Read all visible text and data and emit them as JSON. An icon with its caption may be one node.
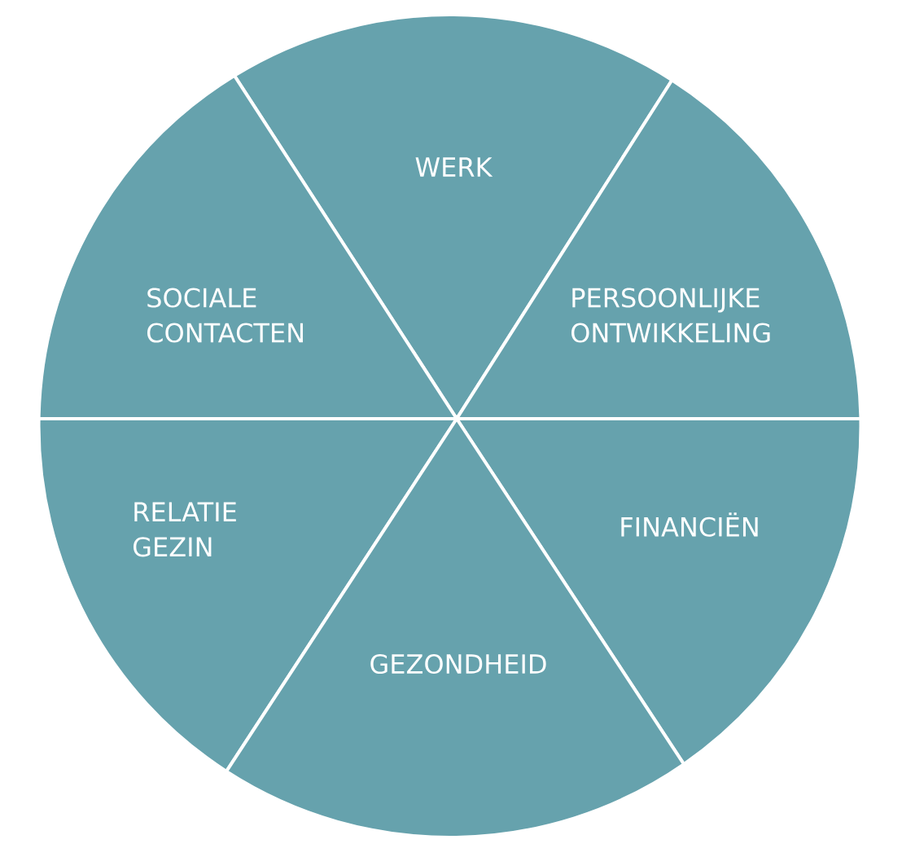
{
  "diagram": {
    "nodes": [
      {
        "text": [
          "WERK"
        ]
      },
      {
        "text": [
          "SOCIALE CONTACTEN"
        ]
      },
      {
        "text": [
          "PERSOONLIJKE ONTWIKKELING"
        ]
      },
      {
        "text": [
          "RELATIE GEZIN"
        ]
      },
      {
        "text": [
          "FINANCIËN"
        ]
      },
      {
        "text": [
          "GEZONDHEID"
        ]
      }
    ]
  }
}
